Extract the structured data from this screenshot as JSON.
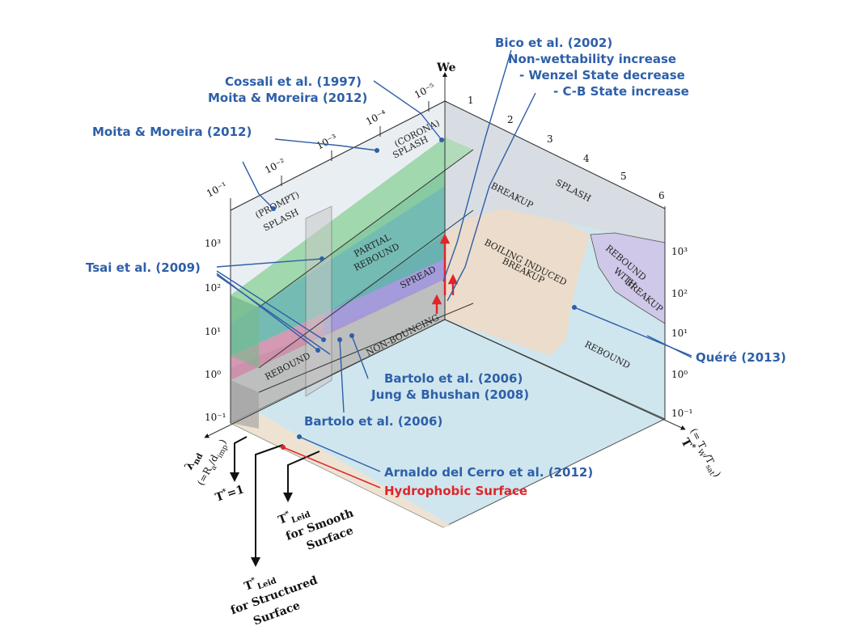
{
  "axes": {
    "we_label": "We",
    "lambda_label": "λ",
    "lambda_sub": "nd",
    "lambda_def": "(=R",
    "lambda_def_sub": "a",
    "lambda_def_mid": "/d",
    "lambda_def_sub2": "imp",
    "lambda_def_end": ")",
    "t_label": "T",
    "t_def": "(= T",
    "t_def_sub": "W",
    "t_def_mid": "/T",
    "t_def_sub2": "sat",
    "t_def_end": ")",
    "t_one_label": "T",
    "t_one_value": "=1",
    "leid_smooth_label": "T",
    "leid_smooth_sub": "Leid",
    "leid_smooth_text1": "for Smooth",
    "leid_smooth_text2": "Surface",
    "leid_struct_label": "T",
    "leid_struct_sub": "Leid",
    "leid_struct_text1": "for Structured",
    "leid_struct_text2": "Surface",
    "ticks_top": [
      "10⁻¹",
      "10⁻²",
      "10⁻³",
      "10⁻⁴",
      "10⁻⁵"
    ],
    "ticks_t": [
      "1",
      "2",
      "3",
      "4",
      "5",
      "6"
    ],
    "ticks_we_left": [
      "10³",
      "10²",
      "10¹",
      "10⁰",
      "10⁻¹"
    ],
    "ticks_we_right": [
      "10³",
      "10²",
      "10¹",
      "10⁰",
      "10⁻¹"
    ]
  },
  "regions": {
    "prompt_splash_1": "(PROMPT)",
    "prompt_splash_2": "SPLASH",
    "corona_splash_1": "(CORONA)",
    "corona_splash_2": "SPLASH",
    "partial_rebound_1": "PARTIAL",
    "partial_rebound_2": "REBOUND",
    "spread": "SPREAD",
    "rebound_left": "REBOUND",
    "non_bouncing": "NON-BOUNCING",
    "breakup": "BREAKUP",
    "splash": "SPLASH",
    "boiling_1": "BOILING INDUCED",
    "boiling_2": "BREAKUP",
    "rebound_breakup_1": "REBOUND",
    "rebound_breakup_2": "WITH",
    "rebound_breakup_3": "BREAKUP",
    "rebound_right": "REBOUND"
  },
  "references": {
    "bico_1": "Bico et al. (2002)",
    "bico_2": "Non-wettability increase",
    "bico_3": "- Wenzel State decrease",
    "bico_4": "- C-B State increase",
    "cossali_1": "Cossali et al. (1997)",
    "cossali_2": "Moita & Moreira (2012)",
    "moita": "Moita & Moreira (2012)",
    "tsai": "Tsai et al. (2009)",
    "bartolo_1": "Bartolo et al. (2006)",
    "bartolo_2": "Jung & Bhushan (2008)",
    "bartolo_3": "Bartolo et al. (2006)",
    "quere": "Quéré (2013)",
    "arnaldo": "Arnaldo del Cerro et al.  (2012)",
    "hydrophobic": "Hydrophobic Surface"
  },
  "colors": {
    "reference_blue": "#2e5fa8",
    "hydrophobic_red": "#e0252a",
    "splash_green": "#8fcf9b",
    "partial_teal": "#5fb3a8",
    "spread_blue": "#9b9be0",
    "rebound_pink": "#d08aa8",
    "nonbounce_gray": "#b8b8b8",
    "floor_blue": "#cfe6ee",
    "boiling_peach": "#ecdccb",
    "breakup_gray": "#d8dde3",
    "rebound_breakup_lilac": "#cfc8e8"
  }
}
